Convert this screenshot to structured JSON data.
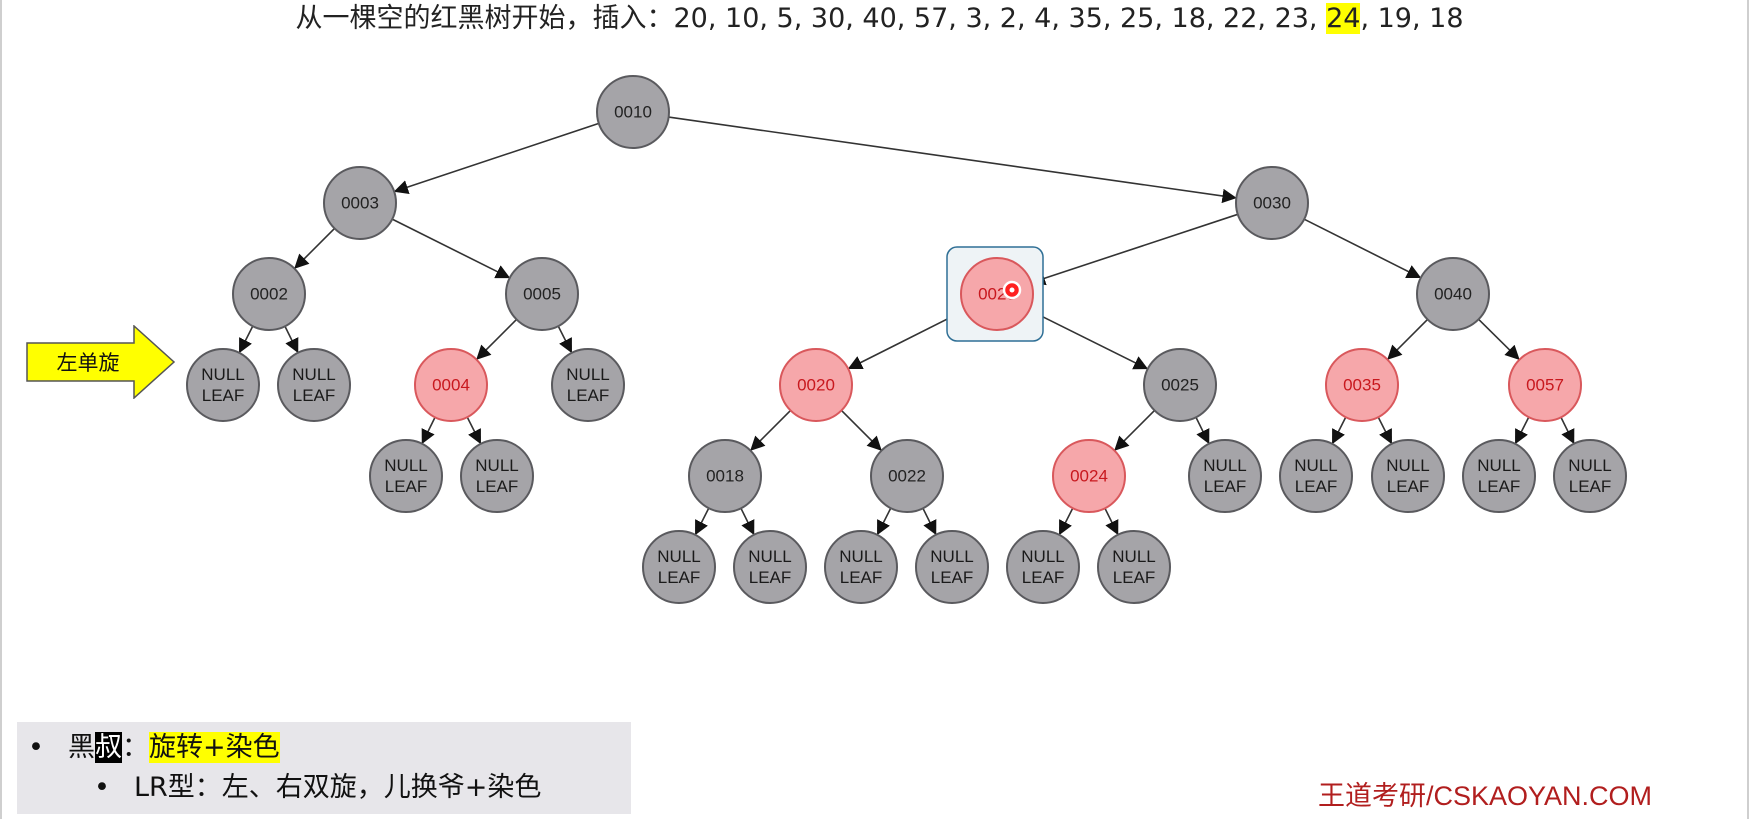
{
  "title": {
    "prefix": "从一棵空的红黑树开始，插入：",
    "sequence_before": "20, 10, 5, 30, 40, 57, 3, 2, 4, 35, 25, 18, 22, 23, ",
    "highlighted": "24",
    "sequence_after": ", 19, 18"
  },
  "arrow_label": "左单旋",
  "tree": {
    "nodes": [
      {
        "id": "n10",
        "label": "0010",
        "color": "black"
      },
      {
        "id": "n3",
        "label": "0003",
        "color": "black"
      },
      {
        "id": "n30",
        "label": "0030",
        "color": "black"
      },
      {
        "id": "n2",
        "label": "0002",
        "color": "black"
      },
      {
        "id": "n5",
        "label": "0005",
        "color": "black"
      },
      {
        "id": "n23",
        "label": "0023",
        "color": "red",
        "selected": true
      },
      {
        "id": "n40",
        "label": "0040",
        "color": "black"
      },
      {
        "id": "n4",
        "label": "0004",
        "color": "red"
      },
      {
        "id": "n20",
        "label": "0020",
        "color": "red"
      },
      {
        "id": "n25",
        "label": "0025",
        "color": "black"
      },
      {
        "id": "n35",
        "label": "0035",
        "color": "red"
      },
      {
        "id": "n57",
        "label": "0057",
        "color": "red"
      },
      {
        "id": "n18",
        "label": "0018",
        "color": "black"
      },
      {
        "id": "n22",
        "label": "0022",
        "color": "black"
      },
      {
        "id": "n24",
        "label": "0024",
        "color": "red"
      }
    ],
    "null_leaf_label_line1": "NULL",
    "null_leaf_label_line2": "LEAF"
  },
  "legend": {
    "bullet": "•",
    "black_word": "黑",
    "uncle_word": "叔",
    "colon": "：",
    "rule": "旋转+染色",
    "sub_bullet": "•",
    "sub_rule": "LR型：左、右双旋，儿换爷+染色"
  },
  "watermark": "王道考研/CSKAOYAN.COM",
  "colors": {
    "black_node_fill": "#a5a4a8",
    "red_node_fill": "#f6a7aa",
    "red_text": "#c8181e",
    "highlight": "#ffff00",
    "arrow_fill": "#ffff00",
    "selection_box": "#2f6f95",
    "watermark": "#b11e1e"
  }
}
